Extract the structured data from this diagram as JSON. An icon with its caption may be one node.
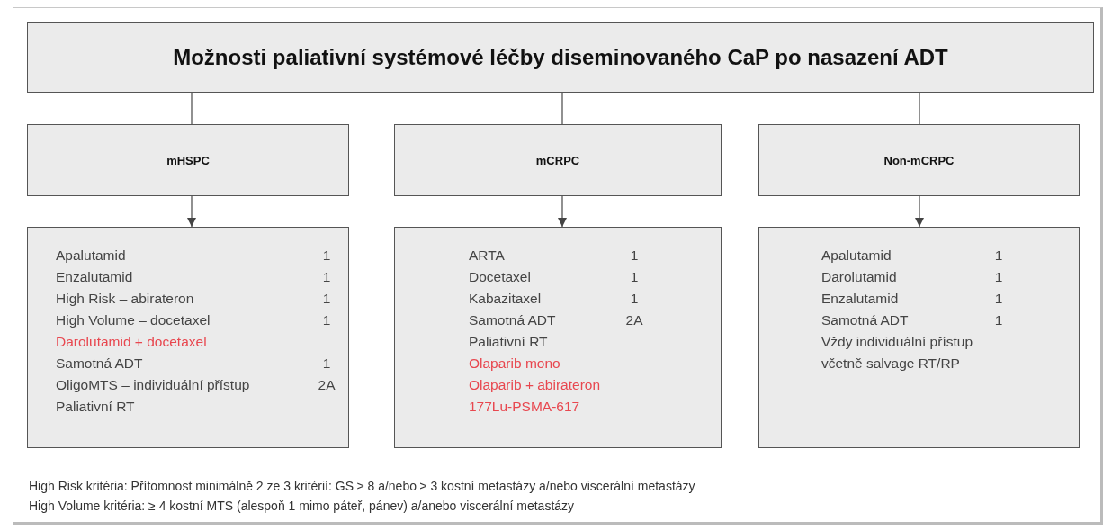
{
  "diagram": {
    "nodes": [
      {
        "text": [
          "Možnosti paliativní systémové léčby diseminovaného CaP po nasazení ADT"
        ]
      },
      {
        "text": [
          "mHSPC"
        ]
      },
      {
        "text": [
          "mCRPC"
        ]
      },
      {
        "text": [
          "Non-mCRPC"
        ]
      },
      {
        "text": [
          "Apalutamid",
          "1",
          "Enzalutamid",
          "1",
          "High Risk – abirateron",
          "1",
          "High Volume – docetaxel",
          "1",
          "Darolutamid + docetaxel",
          "Samotná ADT",
          "1",
          "OligoMTS – individuální přístup",
          "2A",
          "Paliativní RT"
        ]
      },
      {
        "text": [
          "ARTA",
          "1",
          "Docetaxel",
          "1",
          "Kabazitaxel",
          "1",
          "Samotná ADT",
          "2A",
          "Paliativní RT",
          "Olaparib mono",
          "Olaparib + abirateron",
          "177Lu-PSMA-617"
        ]
      },
      {
        "text": [
          "Apalutamid",
          "1",
          "Darolutamid",
          "1",
          "Enzalutamid",
          "1",
          "Samotná ADT",
          "1",
          "Vždy individuální přístup včetně salvage RT/RP"
        ]
      }
    ],
    "edges": [
      {
        "from": 0,
        "to": 1,
        "arrow": "none"
      },
      {
        "from": 0,
        "to": 2,
        "arrow": "none"
      },
      {
        "from": 0,
        "to": 3,
        "arrow": "none"
      },
      {
        "from": 1,
        "to": 4,
        "arrow": "to"
      },
      {
        "from": 2,
        "to": 5,
        "arrow": "to"
      },
      {
        "from": 3,
        "to": 6,
        "arrow": "to"
      }
    ],
    "labels": [
      "High Risk kritéria: Přítomnost minimálně 2 ze 3 kritérií: GS ≥ 8 a/nebo ≥ 3 kostní metastázy a/nebo viscerální metastázy",
      "High Volume kritéria: ≥ 4 kostní MTS (alespoň 1 mimo páteř, pánev)  a/anebo viscerální metastázy"
    ]
  }
}
